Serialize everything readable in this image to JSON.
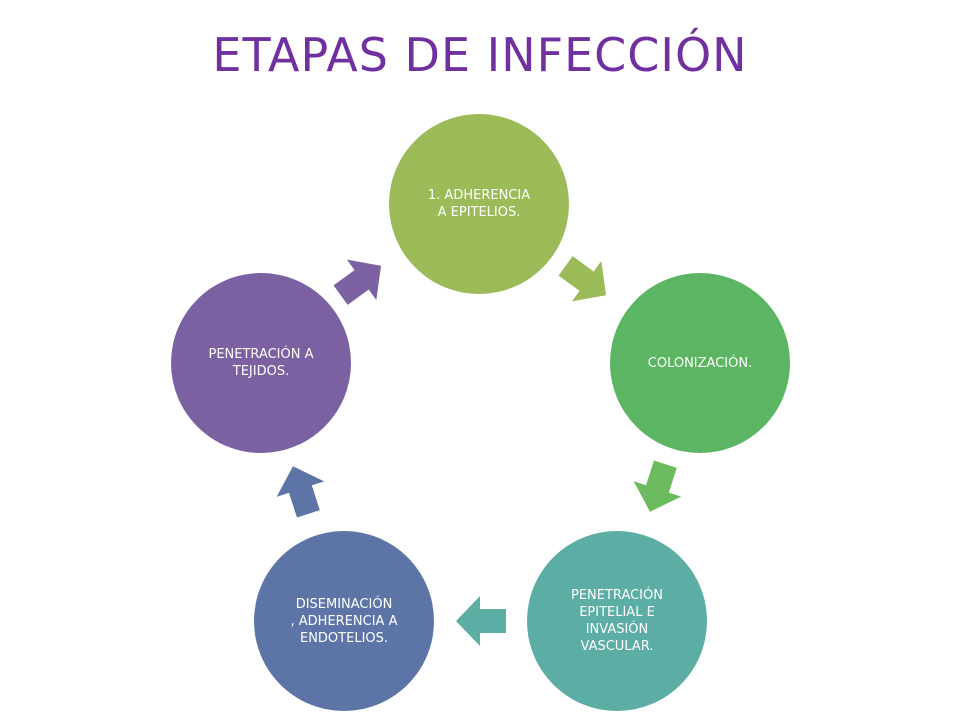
{
  "slide": {
    "title": "ETAPAS DE INFECCIÓN",
    "title_color": "#7030A0"
  },
  "cycle": {
    "nodes": [
      {
        "id": "adherencia",
        "label": "1. ADHERENCIA\nA EPITELIOS.",
        "color": "#9BBB59"
      },
      {
        "id": "colonizacion",
        "label": "COLONIZACIÓN.",
        "color": "#5BB562"
      },
      {
        "id": "penetracion-epitelial",
        "label": "PENETRACIÓN\nEPITELIAL E\nINVASIÓN\nVASCULAR.",
        "color": "#5CADA4"
      },
      {
        "id": "diseminacion",
        "label": "DISEMINACIÓN\n, ADHERENCIA A\nENDOTELIOS.",
        "color": "#5D75A6"
      },
      {
        "id": "penetracion-tejidos",
        "label": "PENETRACIÓN A\nTEJIDOS.",
        "color": "#7B61A2"
      }
    ],
    "arrows": [
      {
        "id": "adherencia-to-colonizacion",
        "color": "#9BBB59"
      },
      {
        "id": "colonizacion-to-penetracion-epitelial",
        "color": "#6DBB5F"
      },
      {
        "id": "penetracion-epitelial-to-diseminacion",
        "color": "#5CADA4"
      },
      {
        "id": "diseminacion-to-penetracion-tejidos",
        "color": "#5D75A6"
      },
      {
        "id": "penetracion-tejidos-to-adherencia",
        "color": "#7B61A2"
      }
    ]
  }
}
